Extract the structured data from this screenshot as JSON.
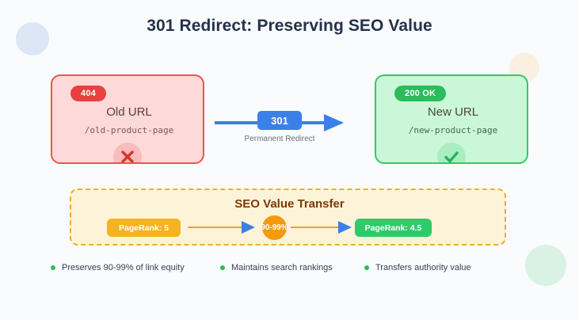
{
  "page": {
    "title": "301 Redirect: Preserving SEO Value",
    "background_color": "#fafbfd"
  },
  "cards": {
    "old": {
      "status_badge": "404",
      "heading": "Old URL",
      "url": "/old-product-page",
      "status_icon": "cross-icon",
      "badge_color": "#e8403f",
      "border_color": "#ef5350",
      "background_color": "#fdd9d9"
    },
    "new": {
      "status_badge": "200 OK",
      "heading": "New URL",
      "url": "/new-product-page",
      "status_icon": "check-icon",
      "badge_color": "#2cbb5d",
      "border_color": "#2ecb6a",
      "background_color": "#c9f7d7"
    }
  },
  "redirect": {
    "code": "301",
    "caption": "Permanent Redirect",
    "accent_color": "#3a80e8"
  },
  "seo_panel": {
    "title": "SEO Value Transfer",
    "pagerank_start": "PageRank: 5",
    "pagerank_end": "PageRank: 4.5",
    "transfer_rate": "90-99%",
    "border_color": "#f0ad2e",
    "background_color": "#fdf3d8"
  },
  "legend": {
    "dot_color": "#2cbb5d",
    "items": [
      {
        "label": "Preserves 90-99% of link equity"
      },
      {
        "label": "Maintains search rankings"
      },
      {
        "label": "Transfers authority value"
      }
    ]
  }
}
